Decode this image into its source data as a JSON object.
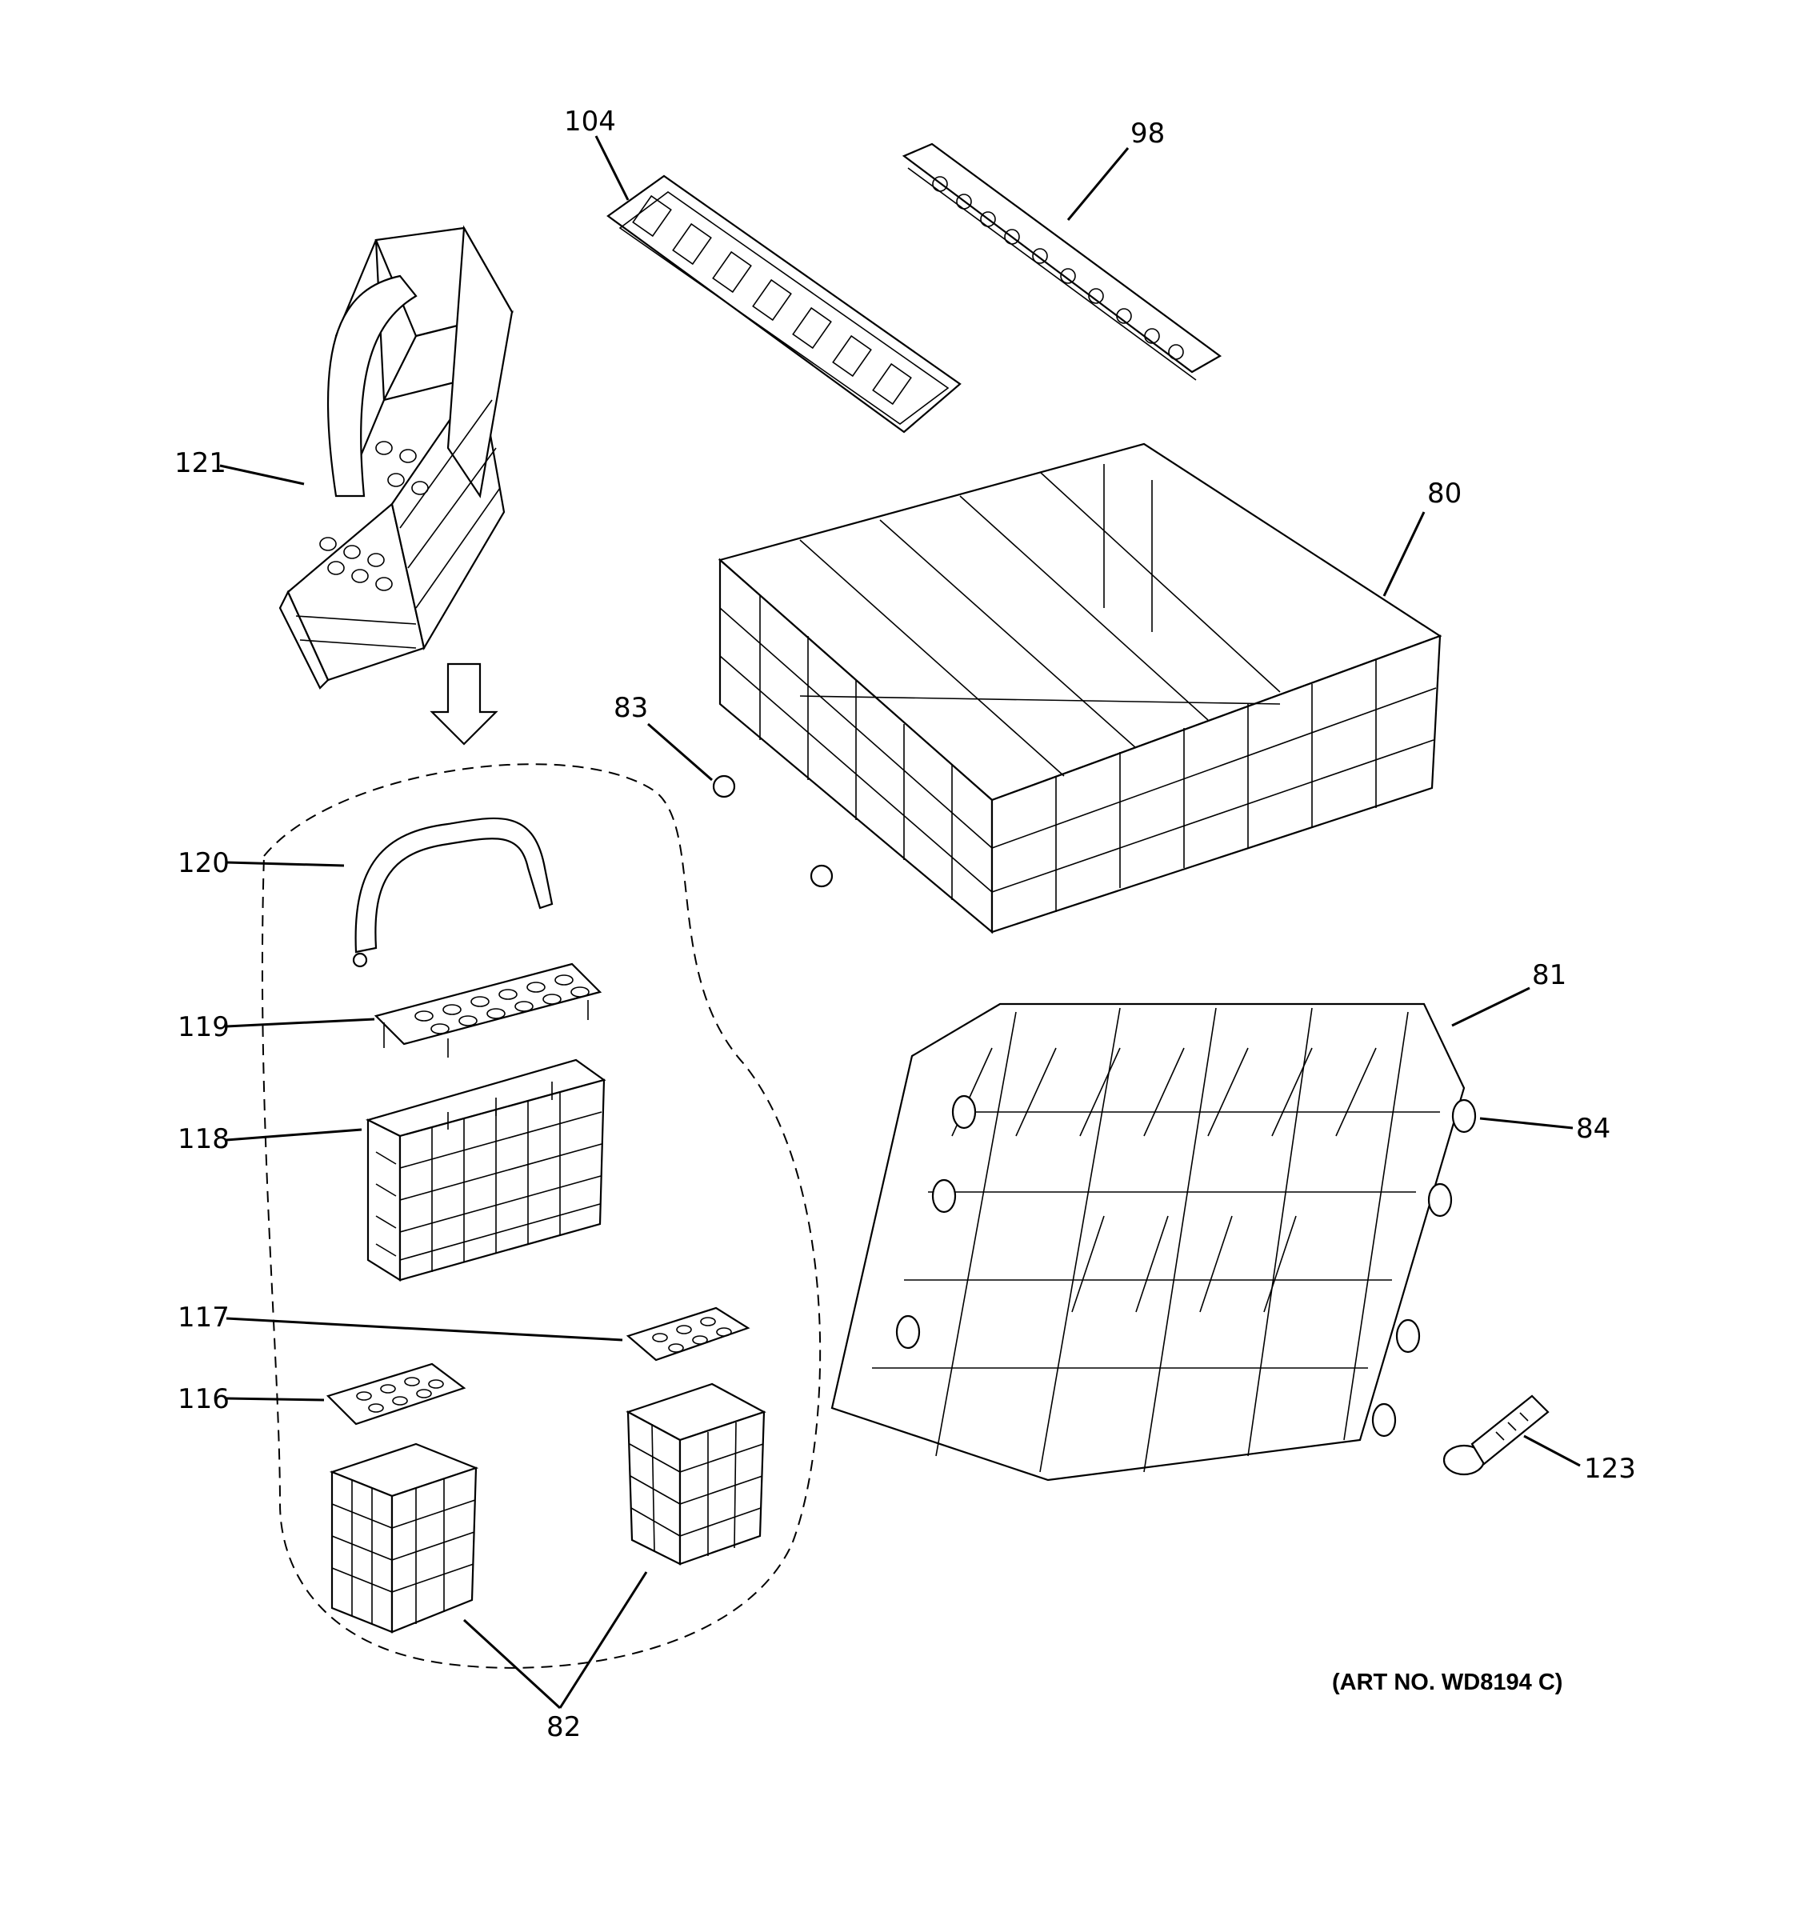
{
  "callouts": {
    "c104": "104",
    "c98": "98",
    "c121": "121",
    "c80": "80",
    "c83": "83",
    "c120": "120",
    "c119": "119",
    "c118": "118",
    "c81": "81",
    "c84": "84",
    "c117": "117",
    "c116": "116",
    "c123": "123",
    "c82": "82"
  },
  "art_number": "(ART NO. WD8194 C)"
}
